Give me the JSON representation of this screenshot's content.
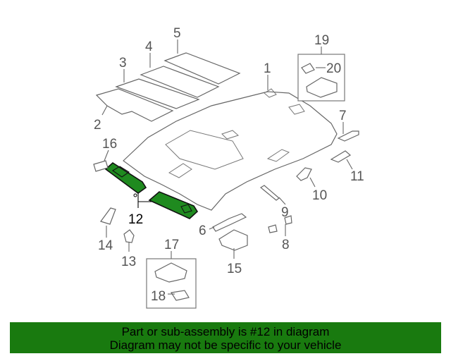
{
  "diagram": {
    "highlight_color": "#1f8a1f",
    "highlighted_part": "12",
    "callouts": [
      "1",
      "2",
      "3",
      "4",
      "5",
      "6",
      "7",
      "8",
      "9",
      "10",
      "11",
      "12",
      "13",
      "14",
      "15",
      "16",
      "17",
      "18",
      "19",
      "20"
    ]
  },
  "banner": {
    "line1": "Part or sub-assembly is #12 in diagram",
    "line2": "Diagram may not be specific to your vehicle",
    "background": "#197a0f"
  }
}
